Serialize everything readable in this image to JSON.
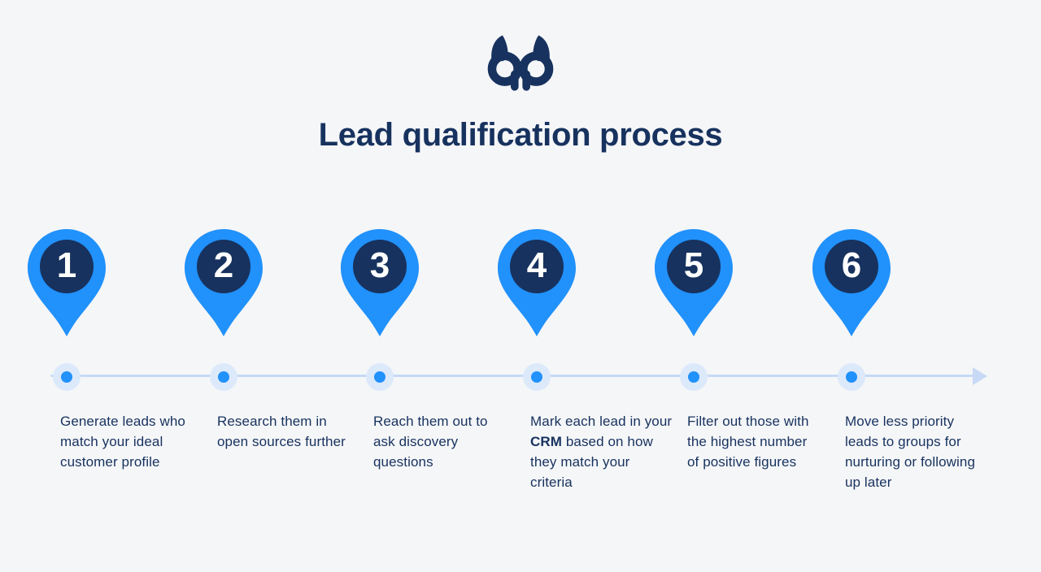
{
  "colors": {
    "bg": "#f5f6f8",
    "navy": "#17325e",
    "accent_blue": "#2191fb",
    "line_blue": "#c7d9f5",
    "halo_blue": "#dce9fb"
  },
  "logo": {
    "name": "owl-logo"
  },
  "title": "Lead qualification process",
  "steps": [
    {
      "number": "1",
      "text_before": "Generate leads who match your ideal customer profile",
      "text_bold": "",
      "text_after": ""
    },
    {
      "number": "2",
      "text_before": "Research them in open sources further",
      "text_bold": "",
      "text_after": ""
    },
    {
      "number": "3",
      "text_before": "Reach them out to ask discovery questions",
      "text_bold": "",
      "text_after": ""
    },
    {
      "number": "4",
      "text_before": "Mark each lead in your ",
      "text_bold": "CRM",
      "text_after": " based on how they match your criteria"
    },
    {
      "number": "5",
      "text_before": "Filter out those with the highest number of positive figures",
      "text_bold": "",
      "text_after": ""
    },
    {
      "number": "6",
      "text_before": "Move less priority leads to groups for nurturing or following up later",
      "text_bold": "",
      "text_after": ""
    }
  ]
}
